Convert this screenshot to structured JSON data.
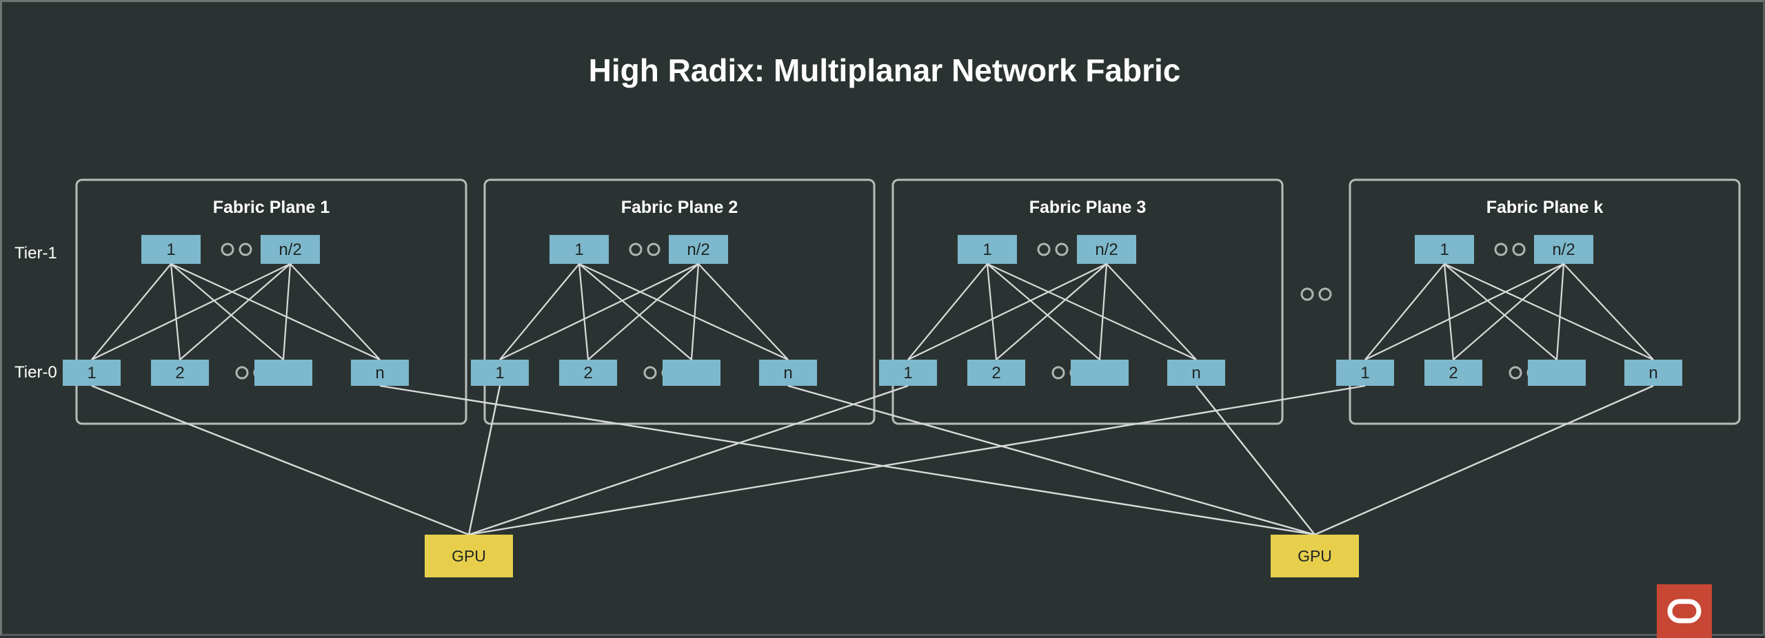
{
  "slide": {
    "title": "High Radix: Multiplanar Network Fabric",
    "background_color": "#2b3332",
    "border_color": "#6e7674"
  },
  "tiers": {
    "tier1_label": "Tier-1",
    "tier0_label": "Tier-0"
  },
  "colors": {
    "switch_fill": "#7db8cc",
    "switch_text": "#1f2524",
    "gpu_fill": "#e7cf4c",
    "gpu_text": "#1f2524",
    "plane_border": "#b9bcbb",
    "link": "#d8dbda",
    "title_text": "#ffffff",
    "oracle_red": "#c74634"
  },
  "planes": [
    {
      "title": "Fabric Plane 1",
      "tier1": [
        {
          "label": "1"
        },
        {
          "label": "…",
          "is_ellipsis": true
        },
        {
          "label": "n/2"
        }
      ],
      "tier0": [
        {
          "label": "1"
        },
        {
          "label": "2"
        },
        {
          "label": "…",
          "is_ellipsis": true
        },
        {
          "label": ""
        },
        {
          "label": "n"
        }
      ]
    },
    {
      "title": "Fabric Plane 2",
      "tier1": [
        {
          "label": "1"
        },
        {
          "label": "…",
          "is_ellipsis": true
        },
        {
          "label": "n/2"
        }
      ],
      "tier0": [
        {
          "label": "1"
        },
        {
          "label": "2"
        },
        {
          "label": "…",
          "is_ellipsis": true
        },
        {
          "label": ""
        },
        {
          "label": "n"
        }
      ]
    },
    {
      "title": "Fabric Plane 3",
      "tier1": [
        {
          "label": "1"
        },
        {
          "label": "…",
          "is_ellipsis": true
        },
        {
          "label": "n/2"
        }
      ],
      "tier0": [
        {
          "label": "1"
        },
        {
          "label": "2"
        },
        {
          "label": "…",
          "is_ellipsis": true
        },
        {
          "label": ""
        },
        {
          "label": "n"
        }
      ]
    },
    {
      "title": "Fabric Plane k",
      "tier1": [
        {
          "label": "1"
        },
        {
          "label": "…",
          "is_ellipsis": true
        },
        {
          "label": "n/2"
        }
      ],
      "tier0": [
        {
          "label": "1"
        },
        {
          "label": "2"
        },
        {
          "label": "…",
          "is_ellipsis": true
        },
        {
          "label": ""
        },
        {
          "label": "n"
        }
      ]
    }
  ],
  "plane_gap_ellipsis": "…",
  "gpus": [
    {
      "label": "GPU"
    },
    {
      "label": "GPU"
    }
  ],
  "logo": {
    "name": "oracle-logo",
    "glyph": "O"
  }
}
